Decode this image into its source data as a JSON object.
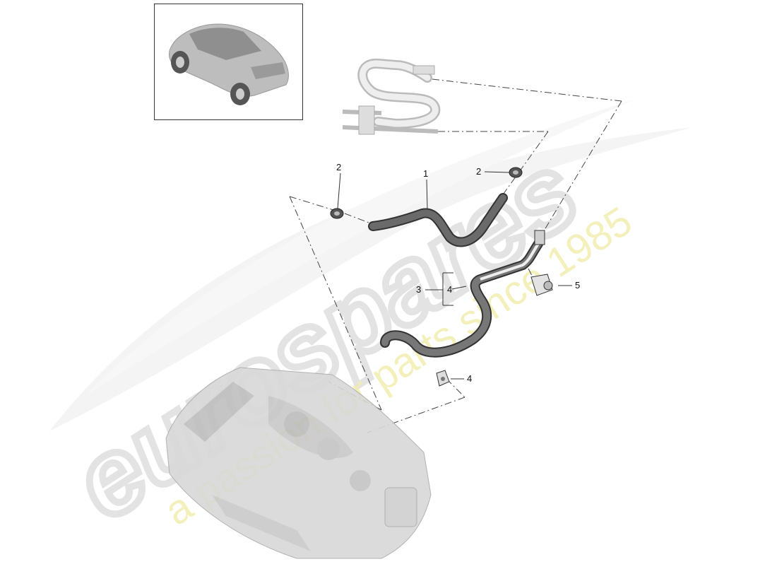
{
  "callouts": {
    "part_1": "1",
    "part_2_left": "2",
    "part_2_right": "2",
    "part_3": "3",
    "part_4_bracket": "4",
    "part_4_lower": "4",
    "part_5": "5"
  },
  "watermark": {
    "brand": "eurospares",
    "tagline": "a passion for parts since 1985"
  },
  "colors": {
    "line": "#333333",
    "hose_fill": "#5a5a5a",
    "part_fill": "#d9d9d9",
    "watermark_gray": "#e6e6e6",
    "watermark_yellow": "#f3f0b5"
  },
  "icons": {
    "thumbnail": "car-suv-icon",
    "engine": "engine-block-icon"
  }
}
